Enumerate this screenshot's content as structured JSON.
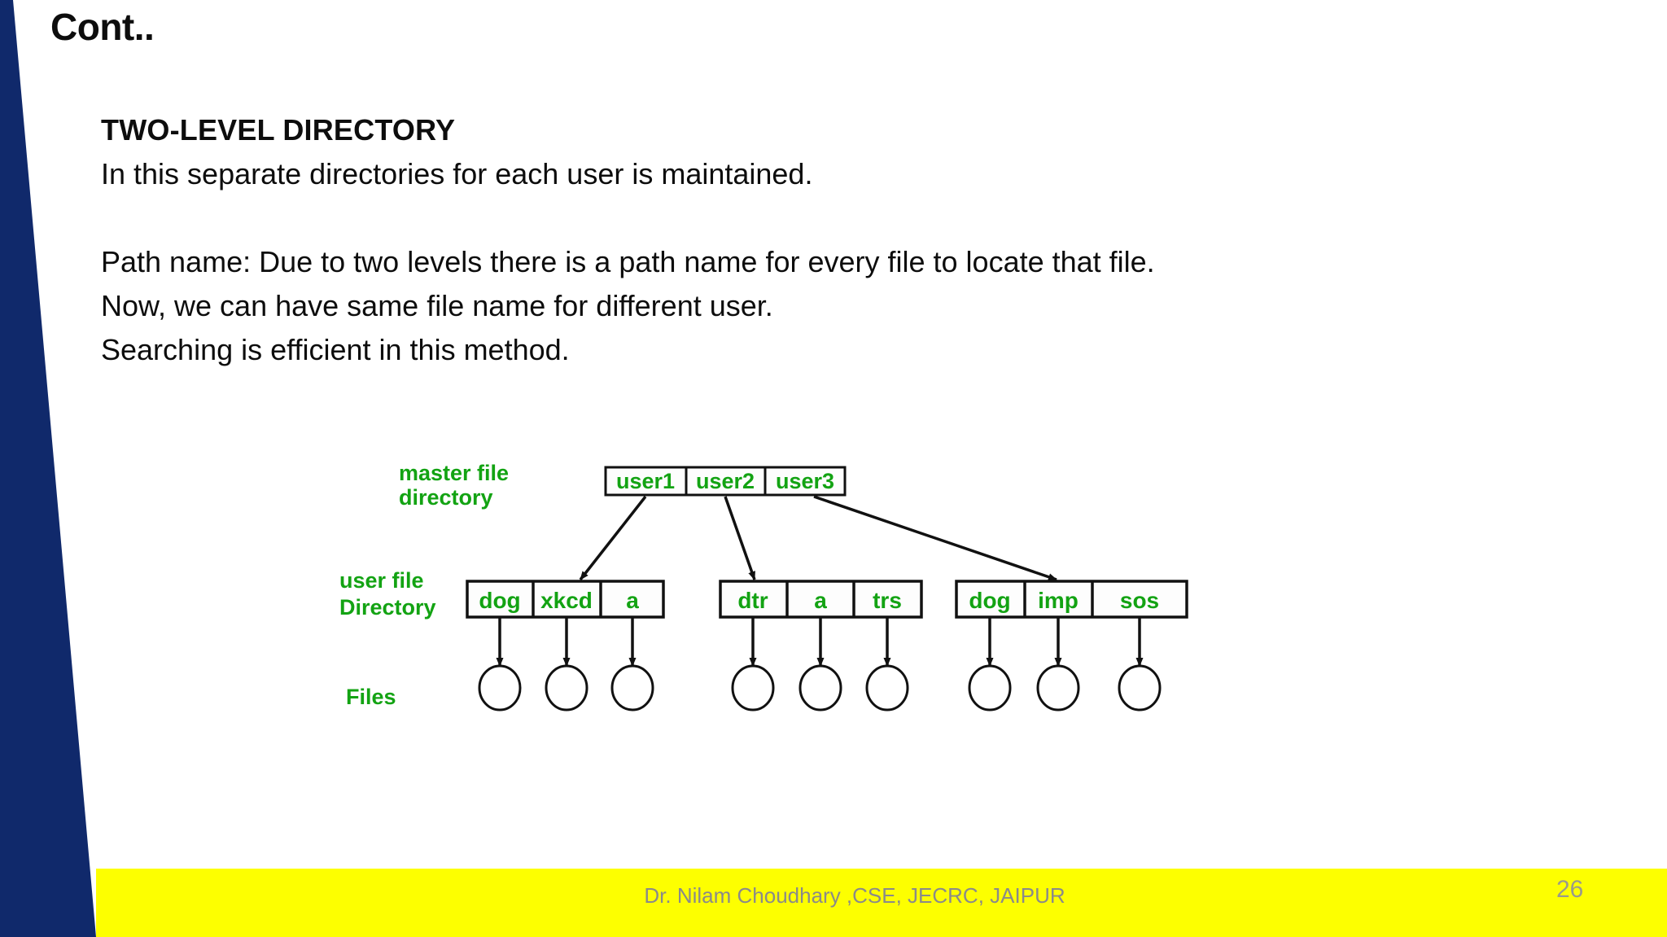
{
  "slide": {
    "title": "Cont..",
    "page_number": "26",
    "footer_text": "Dr. Nilam Choudhary ,CSE, JECRC, JAIPUR",
    "colors": {
      "accent_navy": "#10296b",
      "footer_yellow": "#fdff00",
      "diagram_green": "#13a313",
      "diagram_black": "#111111",
      "text_black": "#0d0d0d",
      "footer_grey": "#8a8a8a"
    }
  },
  "body": {
    "heading": "TWO-LEVEL DIRECTORY",
    "lines": [
      "In this separate directories for each user is maintained.",
      "",
      "Path name: Due to two levels there is a path name for every file to locate that file.",
      "Now, we can have same file name for different user.",
      "Searching is efficient in this method."
    ]
  },
  "diagram": {
    "row_labels": {
      "master": [
        "master file",
        "directory"
      ],
      "user": [
        "user file",
        "Directory"
      ],
      "files": "Files"
    },
    "master_directory": {
      "entries": [
        "user1",
        "user2",
        "user3"
      ]
    },
    "user_directories": [
      {
        "owner": "user1",
        "entries": [
          "dog",
          "xkcd",
          "a"
        ]
      },
      {
        "owner": "user2",
        "entries": [
          "dtr",
          "a",
          "trs"
        ]
      },
      {
        "owner": "user3",
        "entries": [
          "dog",
          "imp",
          "sos"
        ]
      }
    ],
    "file_nodes_count": 9
  }
}
